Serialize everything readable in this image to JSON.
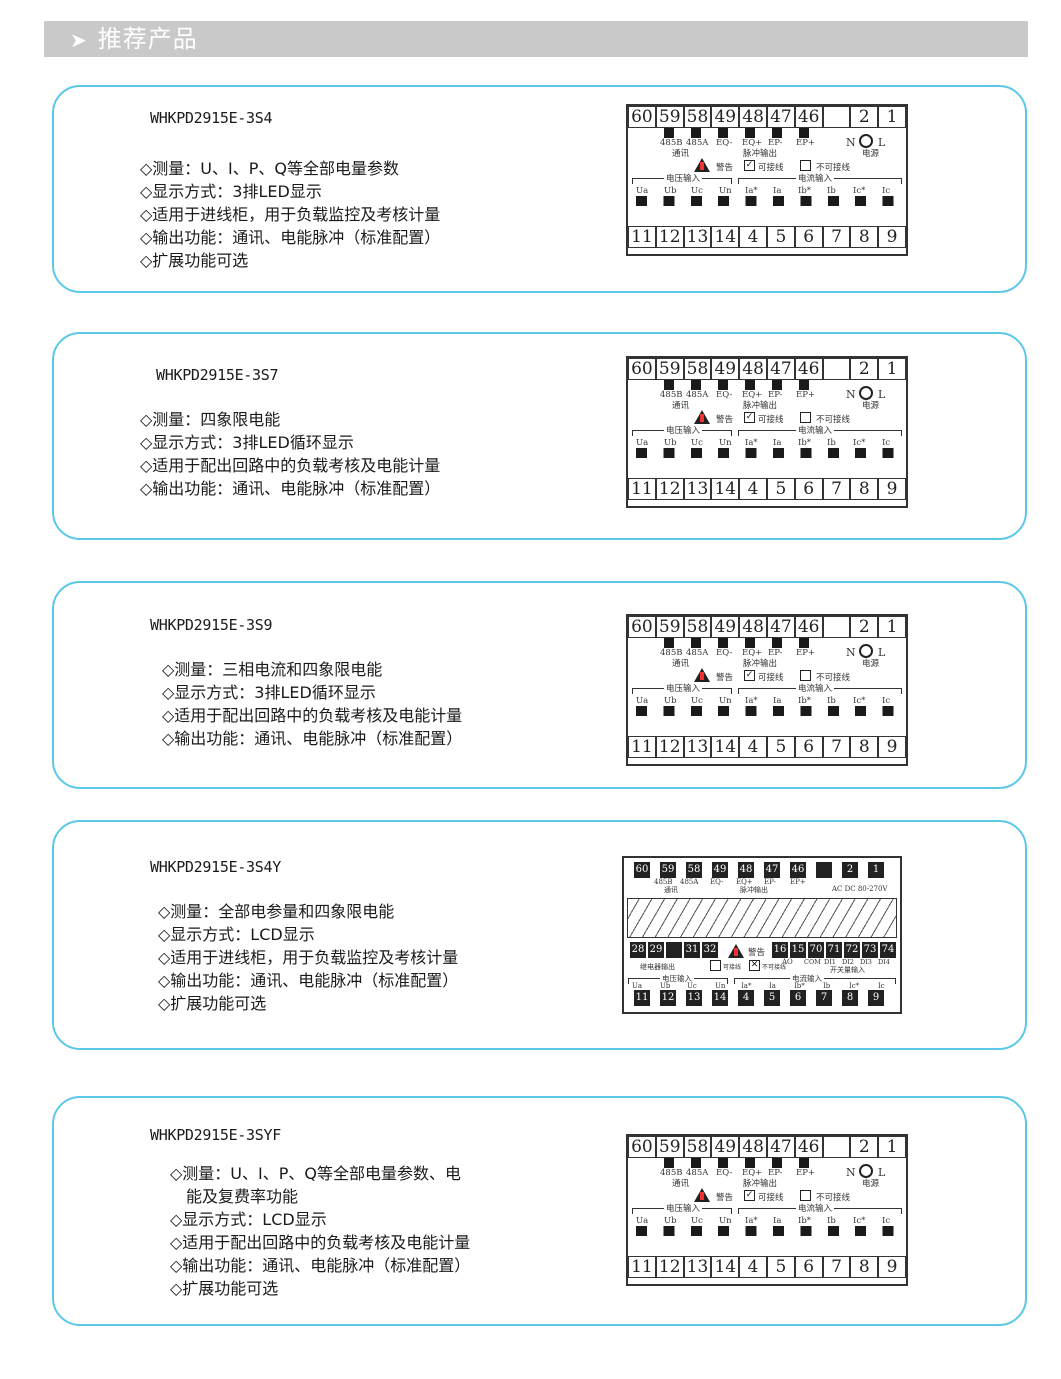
{
  "header": {
    "arrow_icon": "➤",
    "title": "推荐产品"
  },
  "products": [
    {
      "model": "WHKPD2915E-3S4",
      "features": [
        "◇测量：U、I、P、Q等全部电量参数",
        "◇显示方式：3排LED显示",
        "◇适用于进线柜，用于负载监控及考核计量",
        "◇输出功能：通讯、电能脉冲（标准配置）",
        "◇扩展功能可选"
      ]
    },
    {
      "model": "WHKPD2915E-3S7",
      "features": [
        "◇测量：四象限电能",
        "◇显示方式：3排LED循环显示",
        "◇适用于配出回路中的负载考核及电能计量",
        "◇输出功能：通讯、电能脉冲（标准配置）"
      ]
    },
    {
      "model": "WHKPD2915E-3S9",
      "features": [
        "◇测量：三相电流和四象限电能",
        "◇显示方式：3排LED循环显示",
        "◇适用于配出回路中的负载考核及电能计量",
        "◇输出功能：通讯、电能脉冲（标准配置）"
      ]
    },
    {
      "model": "WHKPD2915E-3S4Y",
      "features": [
        "◇测量：全部电参量和四象限电能",
        "◇显示方式：LCD显示",
        "◇适用于进线柜，用于负载监控及考核计量",
        "◇输出功能：通讯、电能脉冲（标准配置）",
        "◇扩展功能可选"
      ]
    },
    {
      "model": "WHKPD2915E-3SYF",
      "features": [
        "◇测量：U、I、P、Q等全部电量参数、电",
        "能及复费率功能",
        "◇显示方式：LCD显示",
        "◇适用于配出回路中的负载考核及电能计量",
        "◇输出功能：通讯、电能脉冲（标准配置）",
        "◇扩展功能可选"
      ]
    }
  ],
  "diagram": {
    "top_terminals": [
      "60",
      "59",
      "58",
      "49",
      "48",
      "47",
      "46",
      "",
      "2",
      "1"
    ],
    "bottom_terminals": [
      "11",
      "12",
      "13",
      "14",
      "4",
      "5",
      "6",
      "7",
      "8",
      "9"
    ],
    "top_pin_labels": [
      "485B",
      "485A",
      "EQ-",
      "EQ+",
      "EP-",
      "EP+"
    ],
    "comm_label": "通讯",
    "pulse_label": "脉冲输出",
    "power_label": "电源",
    "n_label": "N",
    "l_label": "L",
    "warning_label": "警告",
    "wirable_label": "可接线",
    "not_wirable_label": "不可接线",
    "voltage_input_label": "电压输入",
    "current_input_label": "电流输入",
    "bottom_pin_labels": [
      "Ua",
      "Ub",
      "Uc",
      "Un",
      "Ia*",
      "Ia",
      "Ib*",
      "Ib",
      "Ic*",
      "Ic"
    ]
  },
  "lcd_diagram": {
    "top_terminals": [
      "60",
      "59",
      "58",
      "49",
      "48",
      "47",
      "46",
      "",
      "2",
      "1"
    ],
    "power_spec": "AC DC 80-270V",
    "relay_terminals": [
      "28",
      "29",
      "",
      "31",
      "32"
    ],
    "relay_label": "继电器输出",
    "io_terminals": [
      "16",
      "15",
      "70",
      "71",
      "72",
      "73",
      "74"
    ],
    "ao_label": "AO",
    "di_labels": [
      "COM",
      "DI1",
      "DI2",
      "DI3",
      "DI4"
    ],
    "switch_input_label": "开关量输入",
    "bottom_terminals": [
      "11",
      "12",
      "13",
      "14",
      "4",
      "5",
      "6",
      "7",
      "8",
      "9"
    ]
  }
}
